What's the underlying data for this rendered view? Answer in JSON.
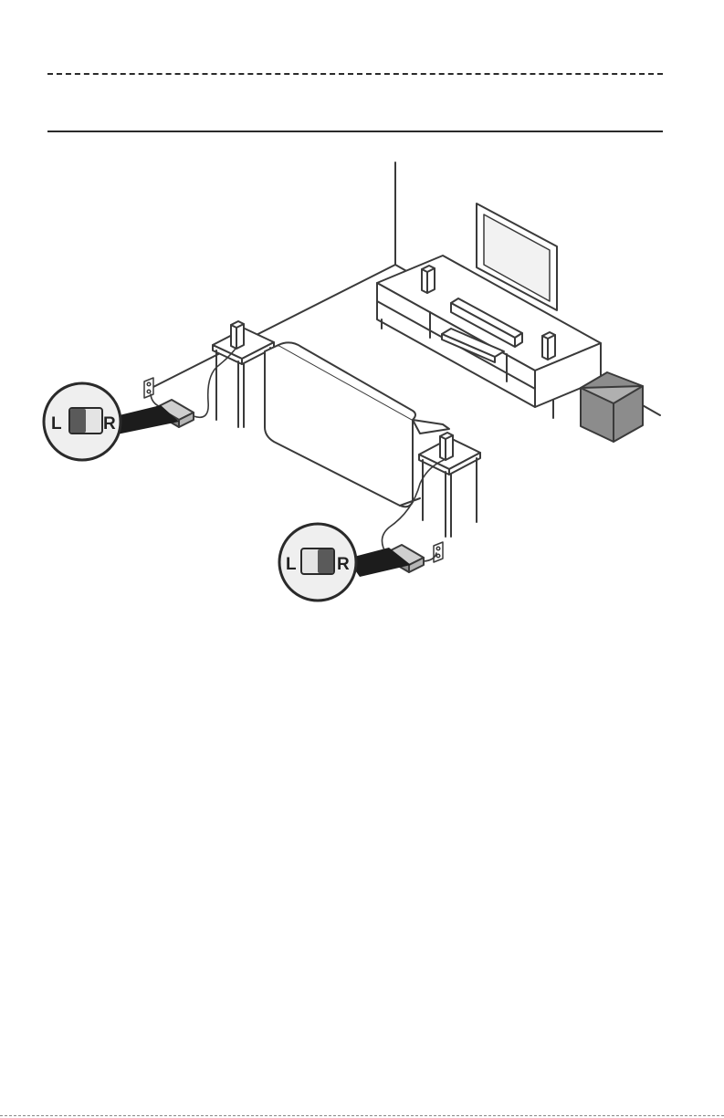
{
  "callouts": [
    {
      "left_label": "L",
      "right_label": "R",
      "switch_position": "left"
    },
    {
      "left_label": "L",
      "right_label": "R",
      "switch_position": "right"
    }
  ],
  "colors": {
    "line": "#3a3a3a",
    "furniture_fill": "#ffffff",
    "subwoofer": "#8c8c8c",
    "switch_dark": "#5a5a5a",
    "callout_bg": "#efefef"
  },
  "icons": [
    "power-outlet-icon",
    "wireless-receiver-icon",
    "speaker-icon",
    "subwoofer-icon",
    "soundbar-icon",
    "tv-icon"
  ]
}
